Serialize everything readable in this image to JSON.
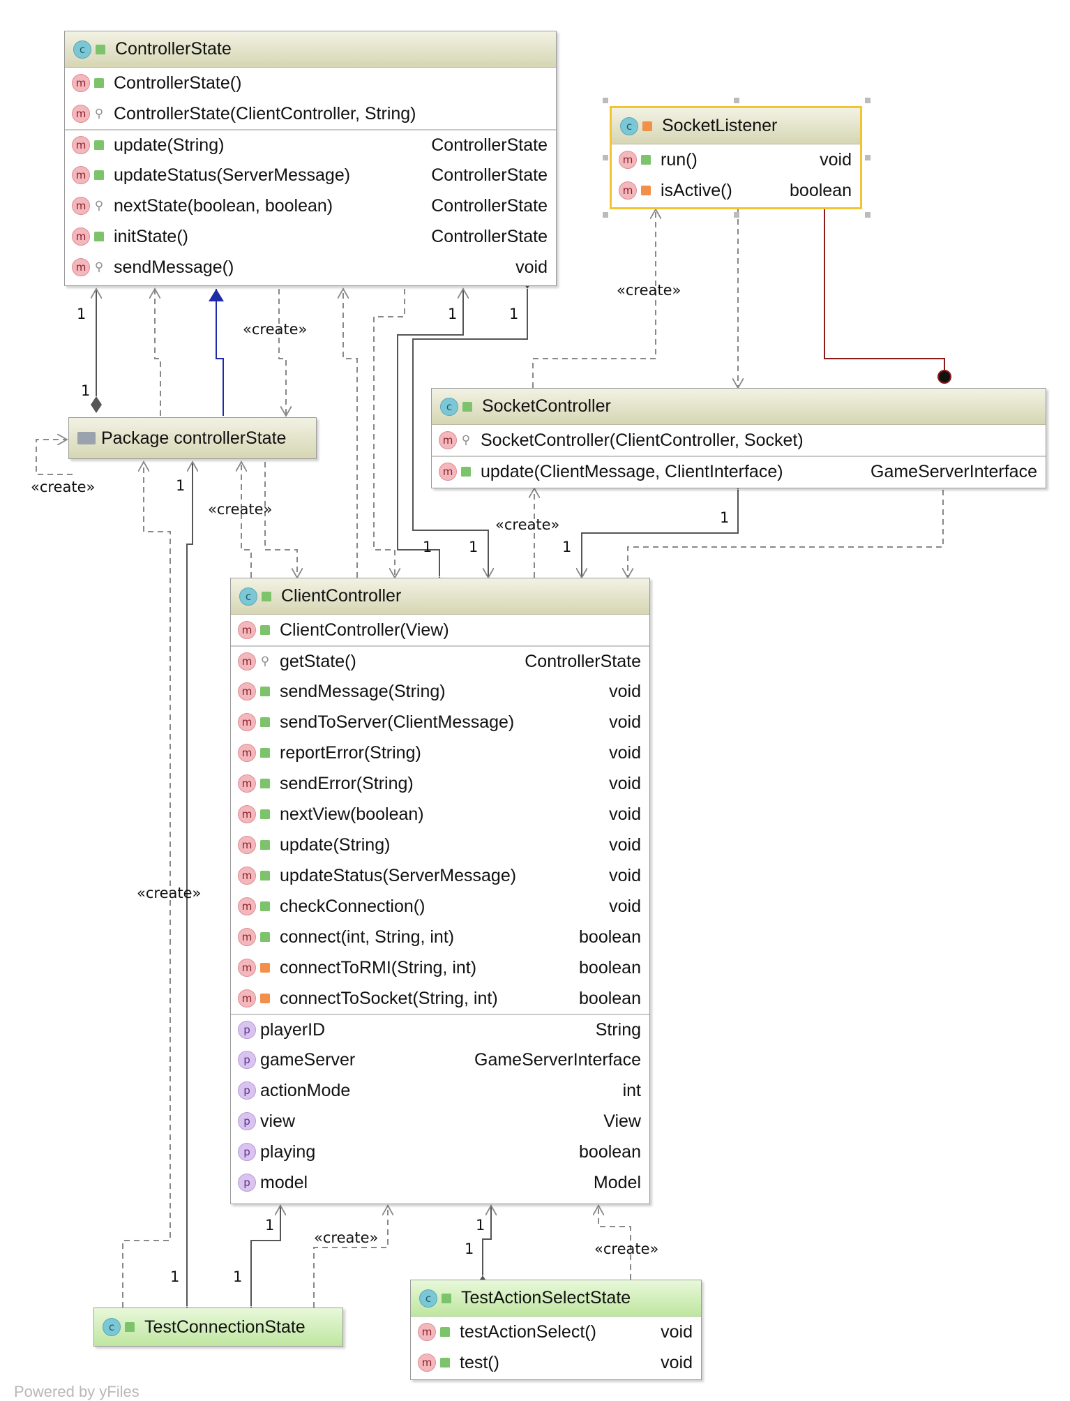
{
  "stereotype": "«create»",
  "footer": "Powered by yFiles",
  "classes": {
    "controller_state": {
      "name": "ControllerState",
      "constructors": [
        {
          "name": "ControllerState()",
          "type": ""
        },
        {
          "name": "ControllerState(ClientController, String)",
          "type": ""
        }
      ],
      "methods": [
        {
          "name": "update(String)",
          "type": "ControllerState"
        },
        {
          "name": "updateStatus(ServerMessage)",
          "type": "ControllerState"
        },
        {
          "name": "nextState(boolean, boolean)",
          "type": "ControllerState"
        },
        {
          "name": "initState()",
          "type": "ControllerState"
        },
        {
          "name": "sendMessage()",
          "type": "void"
        }
      ]
    },
    "socket_listener": {
      "name": "SocketListener",
      "methods": [
        {
          "name": "run()",
          "type": "void"
        },
        {
          "name": "isActive()",
          "type": "boolean"
        }
      ]
    },
    "package_controller_state": {
      "name": "Package controllerState"
    },
    "socket_controller": {
      "name": "SocketController",
      "constructors": [
        {
          "name": "SocketController(ClientController, Socket)",
          "type": ""
        }
      ],
      "methods": [
        {
          "name": "update(ClientMessage, ClientInterface)",
          "type": "GameServerInterface"
        }
      ]
    },
    "client_controller": {
      "name": "ClientController",
      "constructors": [
        {
          "name": "ClientController(View)",
          "type": ""
        }
      ],
      "methods": [
        {
          "name": "getState()",
          "type": "ControllerState"
        },
        {
          "name": "sendMessage(String)",
          "type": "void"
        },
        {
          "name": "sendToServer(ClientMessage)",
          "type": "void"
        },
        {
          "name": "reportError(String)",
          "type": "void"
        },
        {
          "name": "sendError(String)",
          "type": "void"
        },
        {
          "name": "nextView(boolean)",
          "type": "void"
        },
        {
          "name": "update(String)",
          "type": "void"
        },
        {
          "name": "updateStatus(ServerMessage)",
          "type": "void"
        },
        {
          "name": "checkConnection()",
          "type": "void"
        },
        {
          "name": "connect(int, String, int)",
          "type": "boolean"
        },
        {
          "name": "connectToRMI(String, int)",
          "type": "boolean"
        },
        {
          "name": "connectToSocket(String, int)",
          "type": "boolean"
        }
      ],
      "properties": [
        {
          "name": "playerID",
          "type": "String"
        },
        {
          "name": "gameServer",
          "type": "GameServerInterface"
        },
        {
          "name": "actionMode",
          "type": "int"
        },
        {
          "name": "view",
          "type": "View"
        },
        {
          "name": "playing",
          "type": "boolean"
        },
        {
          "name": "model",
          "type": "Model"
        }
      ]
    },
    "test_connection_state": {
      "name": "TestConnectionState"
    },
    "test_action_select_state": {
      "name": "TestActionSelectState",
      "methods": [
        {
          "name": "testActionSelect()",
          "type": "void"
        },
        {
          "name": "test()",
          "type": "void"
        }
      ]
    }
  },
  "multiplicities": {
    "cs_pkg_top": "1",
    "cs_pkg_bottom": "1",
    "cs_cc_a": "1",
    "cs_cc_b": "1",
    "pkg_tcs": "1",
    "cc_in_a": "1",
    "cc_in_b": "1",
    "sc_cc_top": "1",
    "sc_cc_bottom": "1",
    "tcs_a": "1",
    "tcs_b": "1",
    "cc_tcs_top": "1",
    "cc_tas_top": "1",
    "cc_tas_bottom": "1"
  },
  "colors": {
    "dependency": "#888888",
    "inheritance": "#1f2aa8",
    "composition": "#555555",
    "inner_class": "#8b1a1a",
    "selection": "#f4c430"
  }
}
